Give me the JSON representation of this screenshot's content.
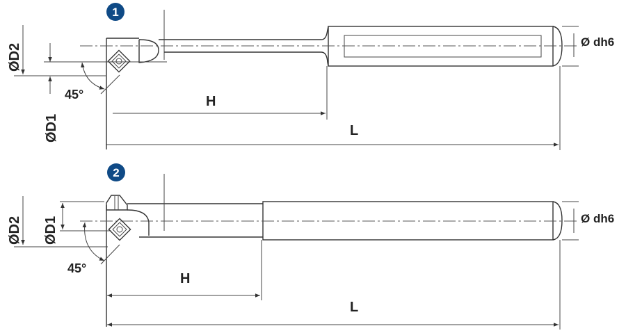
{
  "colors": {
    "badge": "#0f4a86",
    "line": "#444444",
    "text": "#222222"
  },
  "figures": [
    {
      "badge": "1",
      "d2": "ØD2",
      "d1": "ØD1",
      "angle": "45°",
      "h": "H",
      "l": "L",
      "shank": "Ø dh6"
    },
    {
      "badge": "2",
      "d2": "ØD2",
      "d1": "ØD1",
      "angle": "45°",
      "h": "H",
      "l": "L",
      "shank": "Ø dh6"
    }
  ]
}
